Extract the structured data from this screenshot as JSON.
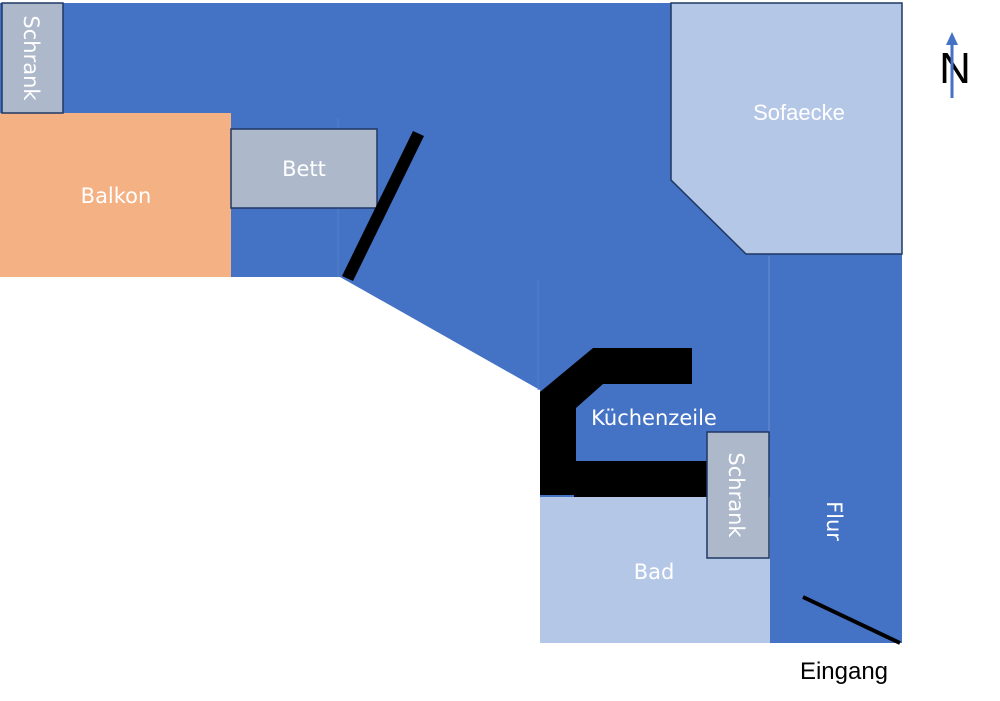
{
  "title": "Wohnungsgrundriss",
  "colors": {
    "floor": "#4472C4",
    "balcony": "#F4B183",
    "furniture": "#ADB9CA",
    "light_area": "#B4C7E7",
    "wall": "#000000",
    "outline": "#1F3864",
    "north_arrow": "#4472C4"
  },
  "rooms": {
    "schrank_nw": "Schrank",
    "balkon": "Balkon",
    "bett": "Bett",
    "sofaecke": "Sofaecke",
    "kuechenzeile": "Küchenzeile",
    "schrank_kitchen": "Schrank",
    "bad": "Bad",
    "flur": "Flur"
  },
  "entrance_label": "Eingang",
  "compass": {
    "label": "N",
    "icon": "north-arrow-icon"
  }
}
